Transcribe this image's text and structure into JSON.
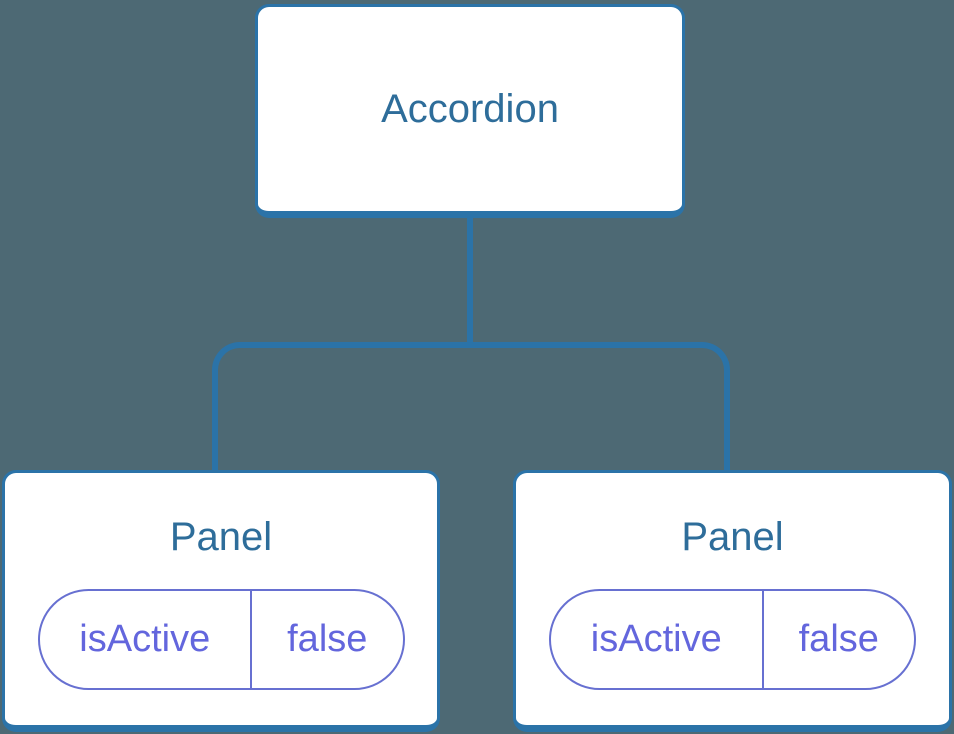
{
  "diagram": {
    "root": {
      "label": "Accordion"
    },
    "children": [
      {
        "label": "Panel",
        "state": {
          "key": "isActive",
          "value": "false"
        }
      },
      {
        "label": "Panel",
        "state": {
          "key": "isActive",
          "value": "false"
        }
      }
    ],
    "colors": {
      "background": "#4d6974",
      "node_border": "#2b73a8",
      "node_fill": "#ffffff",
      "node_text": "#2e6d9a",
      "state_accent": "#6770d1",
      "state_text": "#6366dd"
    }
  }
}
